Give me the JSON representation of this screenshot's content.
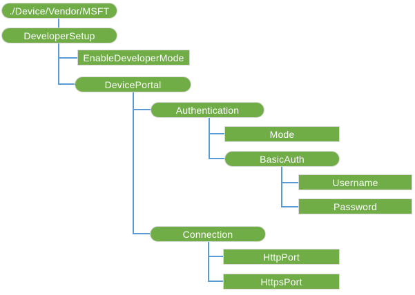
{
  "diagram": {
    "type": "tree",
    "description": "CSP configuration node tree",
    "colors": {
      "background": "#ffffff",
      "node_fill": "#70ad47",
      "node_border": "#d9d9d9",
      "node_text": "#ffffff",
      "connector": "#5b9bd5"
    },
    "nodes": [
      {
        "label": "./Device/Vendor/MSFT",
        "shape": "rounded",
        "parent": null
      },
      {
        "label": "DeveloperSetup",
        "shape": "rounded",
        "parent": "./Device/Vendor/MSFT"
      },
      {
        "label": "EnableDeveloperMode",
        "shape": "rectangle",
        "parent": "DeveloperSetup"
      },
      {
        "label": "DevicePortal",
        "shape": "rounded",
        "parent": "DeveloperSetup"
      },
      {
        "label": "Authentication",
        "shape": "rounded",
        "parent": "DevicePortal"
      },
      {
        "label": "Mode",
        "shape": "rectangle",
        "parent": "Authentication"
      },
      {
        "label": "BasicAuth",
        "shape": "rounded",
        "parent": "Authentication"
      },
      {
        "label": "Username",
        "shape": "rectangle",
        "parent": "BasicAuth"
      },
      {
        "label": "Password",
        "shape": "rectangle",
        "parent": "BasicAuth"
      },
      {
        "label": "Connection",
        "shape": "rounded",
        "parent": "DevicePortal"
      },
      {
        "label": "HttpPort",
        "shape": "rectangle",
        "parent": "Connection"
      },
      {
        "label": "HttpsPort",
        "shape": "rectangle",
        "parent": "Connection"
      }
    ]
  }
}
